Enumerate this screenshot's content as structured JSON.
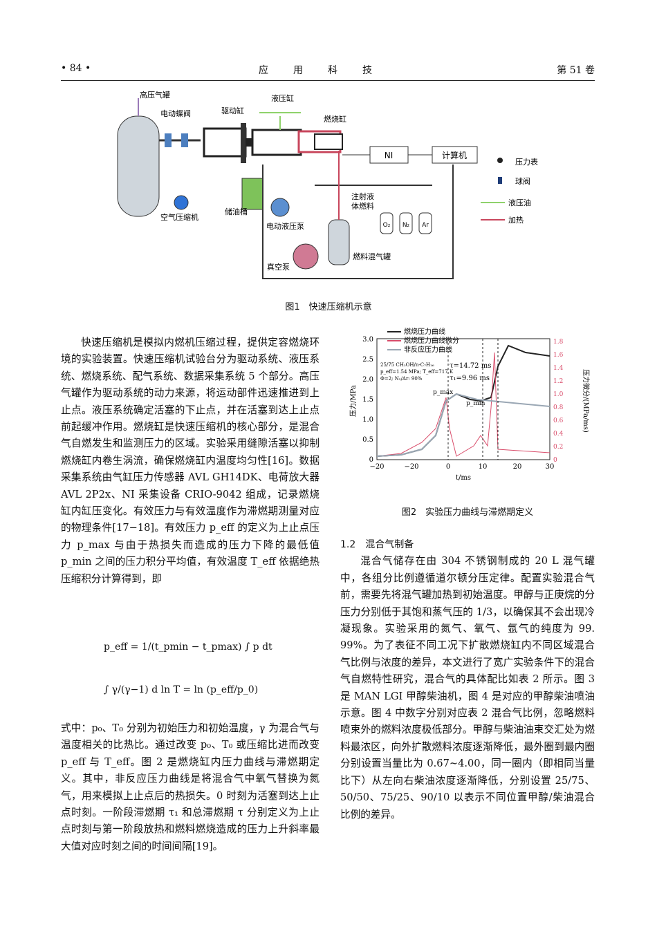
{
  "header": {
    "page": "• 84 •",
    "journal": "应用科技",
    "volume": "第 51 卷"
  },
  "figure1": {
    "caption": "图1　快速压缩机示意",
    "labels": {
      "hp_tank": "高压气罐",
      "butterfly": "电动蝶阀",
      "drive_cyl": "驱动缸",
      "hyd_cyl": "液压缸",
      "comb_cyl": "燃烧缸",
      "ni": "NI",
      "computer": "计算机",
      "gauge": "压力表",
      "ball_valve": "球阀",
      "hyd_oil": "液压油",
      "heating": "加热",
      "inject1": "注射液",
      "inject2": "体燃料",
      "o2": "O₂",
      "n2": "N₂",
      "ar": "Ar",
      "oil_drum": "储油桶",
      "air_comp": "空气压缩机",
      "hyd_pump": "电动液压泵",
      "vacuum": "真空泵",
      "mix_tank": "燃料混气罐"
    },
    "colors": {
      "hyd_oil": "#8fd26b",
      "heating": "#c8465c"
    }
  },
  "figure2": {
    "caption": "图2　实验压力曲线与滞燃期定义",
    "legend": [
      "燃烧压力曲线",
      "燃烧压力曲线微分",
      "非反应压力曲线"
    ],
    "annot": {
      "cond1": "25/75 CH₃OH/n-C₇H₁₆",
      "cond2": "p_eff=1.54 MPa; T_eff=717 K",
      "cond3": "Φ=2; N₂/Ar: 90%",
      "tau": "τ=14.72 ms",
      "tau1": "τ₁=9.96 ms",
      "pmax": "p_max",
      "pmin": "p_min"
    },
    "xlabel": "t/ms",
    "ylabel": "压力/MPa",
    "y2label": "压力微分/(MPa/ms)",
    "xticks": [
      "−20",
      "−20",
      "0",
      "10",
      "20",
      "30"
    ],
    "yticks": [
      "0",
      "0.5",
      "1.0",
      "1.5",
      "2.0",
      "2.5",
      "3.0"
    ],
    "y2ticks": [
      "0",
      "0.2",
      "0.4",
      "0.6",
      "0.8",
      "1.0",
      "1.2",
      "1.4",
      "1.6",
      "1.8"
    ]
  },
  "left_column": {
    "para1": "快速压缩机是模拟内燃机压缩过程，提供定容燃烧环境的实验装置。快速压缩机试验台分为驱动系统、液压系统、燃烧系统、配气系统、数据采集系统 5 个部分。高压气罐作为驱动系统的动力来源，将运动部件迅速推进到上止点。液压系统确定活塞的下止点，并在活塞到达上止点前起缓冲作用。燃烧缸是快速压缩机的核心部分，是混合气自燃发生和监测压力的区域。实验采用缝隙活塞以抑制燃烧缸内卷生涡流，确保燃烧缸内温度均匀性[16]。数据采集系统由气缸压力传感器 AVL GH14DK、电荷放大器 AVL 2P2x、NI 采集设备 CRIO-9042 组成，记录燃烧缸内缸压变化。有效压力与有效温度作为滞燃期测量对应的物理条件[17−18]。有效压力 p_eff 的定义为上止点压力 p_max 与由于热损失而造成的压力下降的最低值 p_min 之间的压力积分平均值，有效温度 T_eff 依据绝热压缩积分计算得到，即",
    "formula1": "p_eff = 1/(t_pmin − t_pmax) ∫ p dt",
    "formula2": "∫ γ/(γ−1) d ln T = ln (p_eff/p_0)",
    "para2": "式中：p₀、T₀ 分别为初始压力和初始温度，γ 为混合气与温度相关的比热比。通过改变 p₀、T₀ 或压缩比进而改变 p_eff 与 T_eff。图 2 是燃烧缸内压力曲线与滞燃期定义。其中，非反应压力曲线是将混合气中氧气替换为氮气，用来模拟上止点后的热损失。0 时刻为活塞到达上止点时刻。一阶段滞燃期 τ₁ 和总滞燃期 τ 分别定义为上止点时刻与第一阶段放热和燃料燃烧造成的压力上升斜率最大值对应时刻之间的时间间隔[19]。"
  },
  "right_column": {
    "section": "1.2　混合气制备",
    "para": "混合气储存在由 304 不锈钢制成的 20 L 混气罐中，各组分比例遵循道尔顿分压定律。配置实验混合气前，需要先将混气罐加热到初始温度。甲醇与正庚烷的分压力分别低于其饱和蒸气压的 1/3，以确保其不会出现冷凝现象。实验采用的氮气、氧气、氩气的纯度为 99. 99%。为了表征不同工况下扩散燃烧缸内不同区域混合气比例与浓度的差异，本文进行了宽广实验条件下的混合气自燃特性研究，混合气的具体配比如表 2 所示。图 3 是 MAN LGI 甲醇柴油机，图 4 是对应的甲醇柴油喷油示意。图 4 中数字分别对应表 2 混合气比例，忽略燃料喷束外的燃料浓度极低部分。甲醇与柴油油束交汇处为燃料最浓区，向外扩散燃料浓度逐渐降低，最外圈到最内圈分别设置当量比为 0.67~4.00，同一圈内（即相同当量比下）从左向右柴油浓度逐渐降低，分别设置 25/75、50/50、75/25、90/10 以表示不同位置甲醇/柴油混合比例的差异。"
  }
}
